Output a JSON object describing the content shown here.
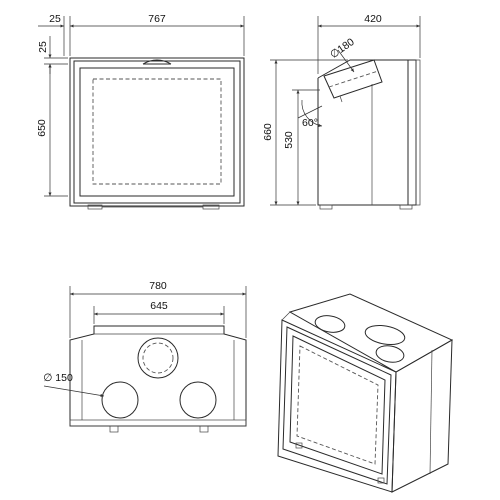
{
  "front_view": {
    "width_label": "767",
    "frame_label": "25",
    "top_frame_label": "25",
    "height_label": "650"
  },
  "side_view": {
    "depth_label": "420",
    "total_height_label": "660",
    "inner_height_label": "530",
    "outlet_diameter_label": "∅180",
    "angle_label": "60°"
  },
  "top_view": {
    "outer_width_label": "780",
    "inner_width_label": "645",
    "inlet_diameter_label": "∅ 150"
  }
}
